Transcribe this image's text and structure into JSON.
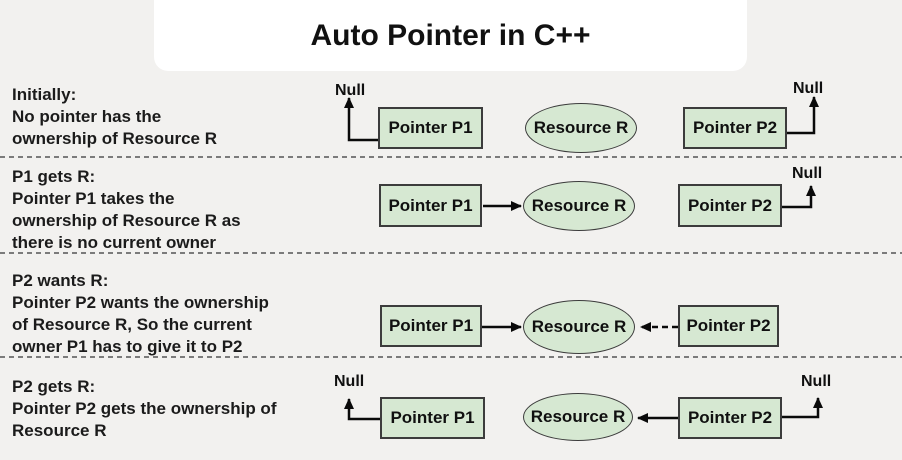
{
  "title": "Auto Pointer in C++",
  "labels": {
    "null": "Null",
    "pointer_p1": "Pointer P1",
    "pointer_p2": "Pointer P2",
    "resource": "Resource R"
  },
  "colors": {
    "background": "#f2f1ef",
    "title_panel": "#ffffff",
    "node_fill": "#d6e8d2",
    "node_border": "#3c3c3c",
    "arrow": "#0a0a0a",
    "separator": "#7b7b7b",
    "text": "#1b1b1b"
  },
  "rows": [
    {
      "heading": "Initially:",
      "lines": [
        "No pointer has the",
        "ownership of Resource R"
      ]
    },
    {
      "heading": "P1 gets R:",
      "lines": [
        "Pointer P1 takes the",
        "ownership of Resource R as",
        "there is no current owner"
      ]
    },
    {
      "heading": "P2 wants R:",
      "lines": [
        "Pointer P2 wants the ownership",
        "of Resource R, So the current",
        "owner P1 has to give it to P2"
      ]
    },
    {
      "heading": "P2 gets R:",
      "lines": [
        "Pointer P2 gets the ownership of",
        "Resource R"
      ]
    }
  ]
}
